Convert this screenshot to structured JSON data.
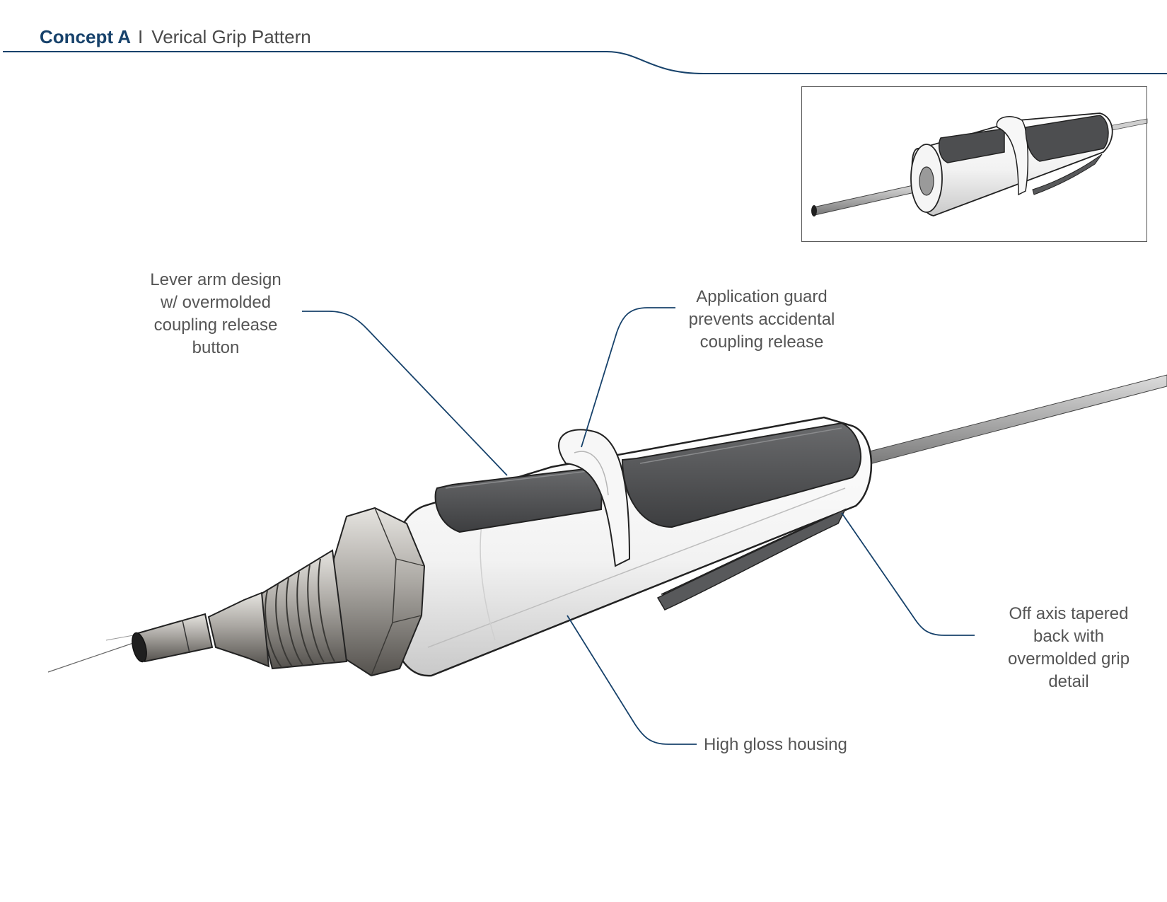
{
  "header": {
    "concept": "Concept A",
    "separator": "I",
    "subtitle": "Verical Grip Pattern"
  },
  "colors": {
    "accent": "#17426b",
    "text": "#555555",
    "grip": "#4d4e50",
    "housing": "#f4f4f4"
  },
  "callouts": {
    "lever": [
      "Lever arm design",
      "w/ overmolded",
      "coupling release",
      "button"
    ],
    "guard": [
      "Application guard",
      "prevents accidental",
      "coupling release"
    ],
    "taper": [
      "Off axis tapered",
      "back with",
      "overmolded grip",
      "detail"
    ],
    "gloss": [
      "High gloss housing"
    ]
  }
}
